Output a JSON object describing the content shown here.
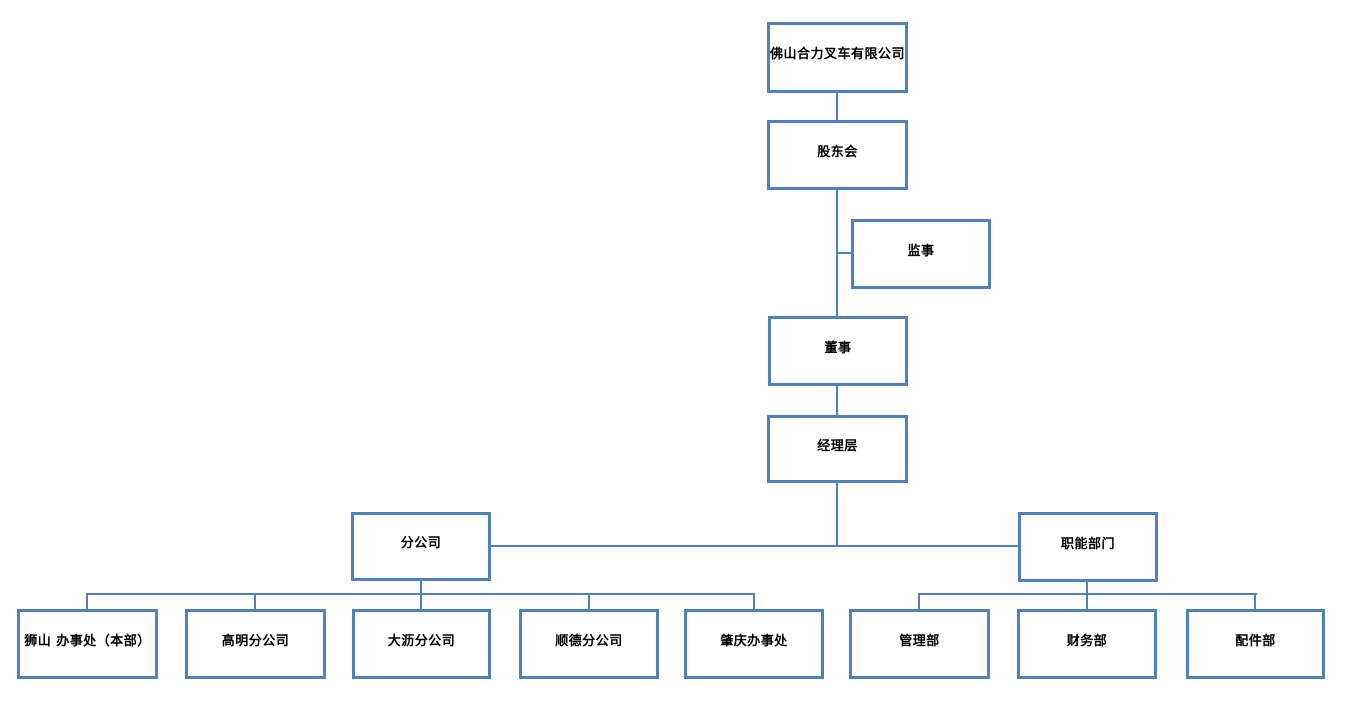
{
  "diagram": {
    "type": "org-chart",
    "nodes": {
      "company": {
        "label": "佛山合力叉车有限公司"
      },
      "shareholders": {
        "label": "股东会"
      },
      "supervisor": {
        "label": "监事"
      },
      "director": {
        "label": "董事"
      },
      "management": {
        "label": "经理层"
      },
      "branch_group": {
        "label": "分公司"
      },
      "functional_group": {
        "label": "职能部门"
      },
      "branches": [
        {
          "label": "狮山 办事处（本部）"
        },
        {
          "label": "高明分公司"
        },
        {
          "label": "大沥分公司"
        },
        {
          "label": "顺德分公司"
        },
        {
          "label": "肇庆办事处"
        }
      ],
      "departments": [
        {
          "label": "管理部"
        },
        {
          "label": "财务部"
        },
        {
          "label": "配件部"
        }
      ]
    },
    "edges": [
      {
        "from": "company",
        "to": "shareholders"
      },
      {
        "from": "shareholders",
        "to": "supervisor"
      },
      {
        "from": "shareholders",
        "to": "director"
      },
      {
        "from": "director",
        "to": "management"
      },
      {
        "from": "management",
        "to": "branch_group"
      },
      {
        "from": "management",
        "to": "functional_group"
      },
      {
        "from": "branch_group",
        "to": "branches"
      },
      {
        "from": "functional_group",
        "to": "departments"
      }
    ],
    "colors": {
      "line": "#4f81bd",
      "box_border": "#4f81bd",
      "box_fill": "#ffffff",
      "text": "#000000",
      "background": "#ffffff"
    }
  }
}
